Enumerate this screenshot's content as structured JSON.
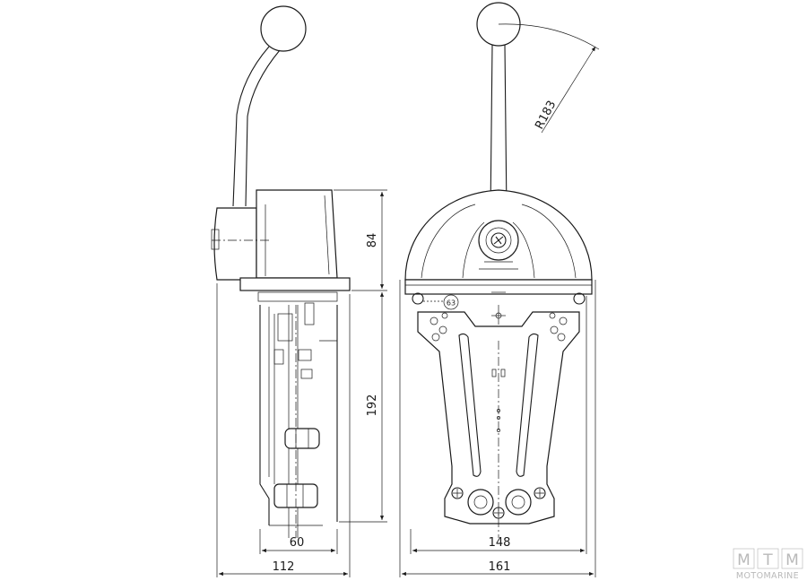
{
  "dimensions": {
    "side_height_upper": "84",
    "side_height_lower": "192",
    "side_width_inner": "60",
    "side_width_total": "112",
    "front_radius": "R183",
    "front_width_inner": "148",
    "front_width_total": "161",
    "detail_ref": "63"
  },
  "watermark": {
    "letters": [
      "M",
      "T",
      "M"
    ],
    "text": "MOTOMARINE"
  }
}
